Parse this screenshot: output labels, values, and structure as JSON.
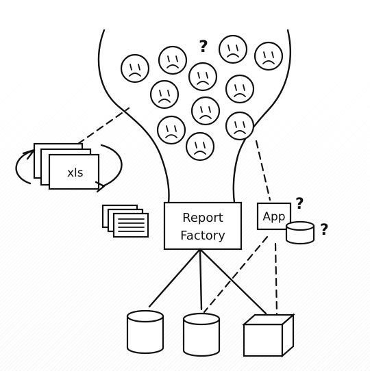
{
  "labels": {
    "spreadsheet": "xls",
    "report_factory_line1": "Report",
    "report_factory_line2": "Factory",
    "app": "App",
    "question_mark": "?"
  },
  "colors": {
    "ink": "#111111",
    "paper": "#ffffff",
    "background_stripe": "#f5f5f5"
  },
  "icons": {
    "unhappy_face": "sad-face-icon",
    "cycle_arrow": "circular-arrow-icon",
    "database": "cylinder-database-icon",
    "cube": "cube-icon",
    "reports": "report-stack-icon"
  },
  "counts": {
    "unhappy_faces": 11,
    "question_marks": 3
  }
}
